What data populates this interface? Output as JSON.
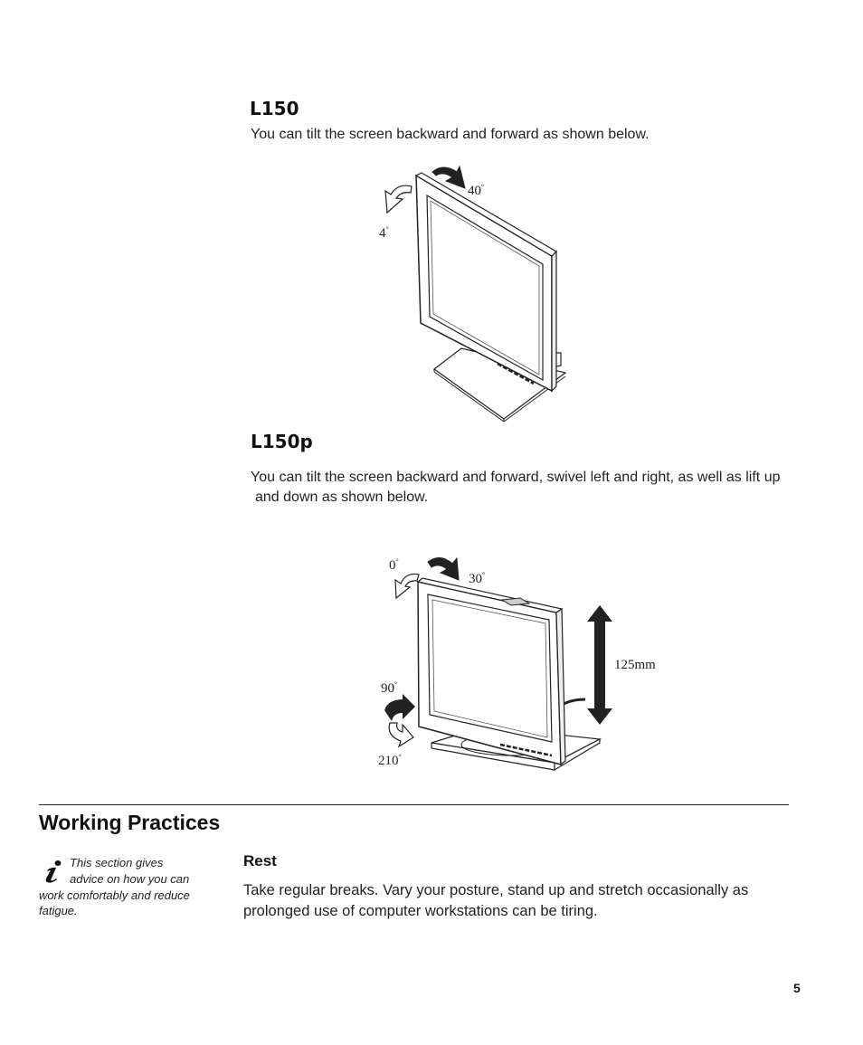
{
  "l150": {
    "title": "L150",
    "description": "You can tilt the screen backward and forward as shown below.",
    "figure": {
      "tilt_back": "40",
      "tilt_forward": "4",
      "degree_symbol": "°"
    }
  },
  "l150p": {
    "title": "L150p",
    "description_line1": "You can tilt the screen backward and forward, swivel left and right, as well as lift up",
    "description_line2": "and down as shown below.",
    "figure": {
      "tilt_forward": "0",
      "tilt_back": "30",
      "swivel_a": "90",
      "swivel_b": "210",
      "lift": "125mm",
      "degree_symbol": "°"
    }
  },
  "working_practices": {
    "title": "Working Practices",
    "note_line1": "This section gives",
    "note_line2": "advice on how you can",
    "note_line3": "work comfortably and reduce",
    "note_line4": "fatigue.",
    "rest_title": "Rest",
    "rest_line1": "Take regular breaks. Vary your posture, stand up and stretch occasionally as",
    "rest_line2": "prolonged use of computer workstations can be tiring."
  },
  "page_number": "5"
}
